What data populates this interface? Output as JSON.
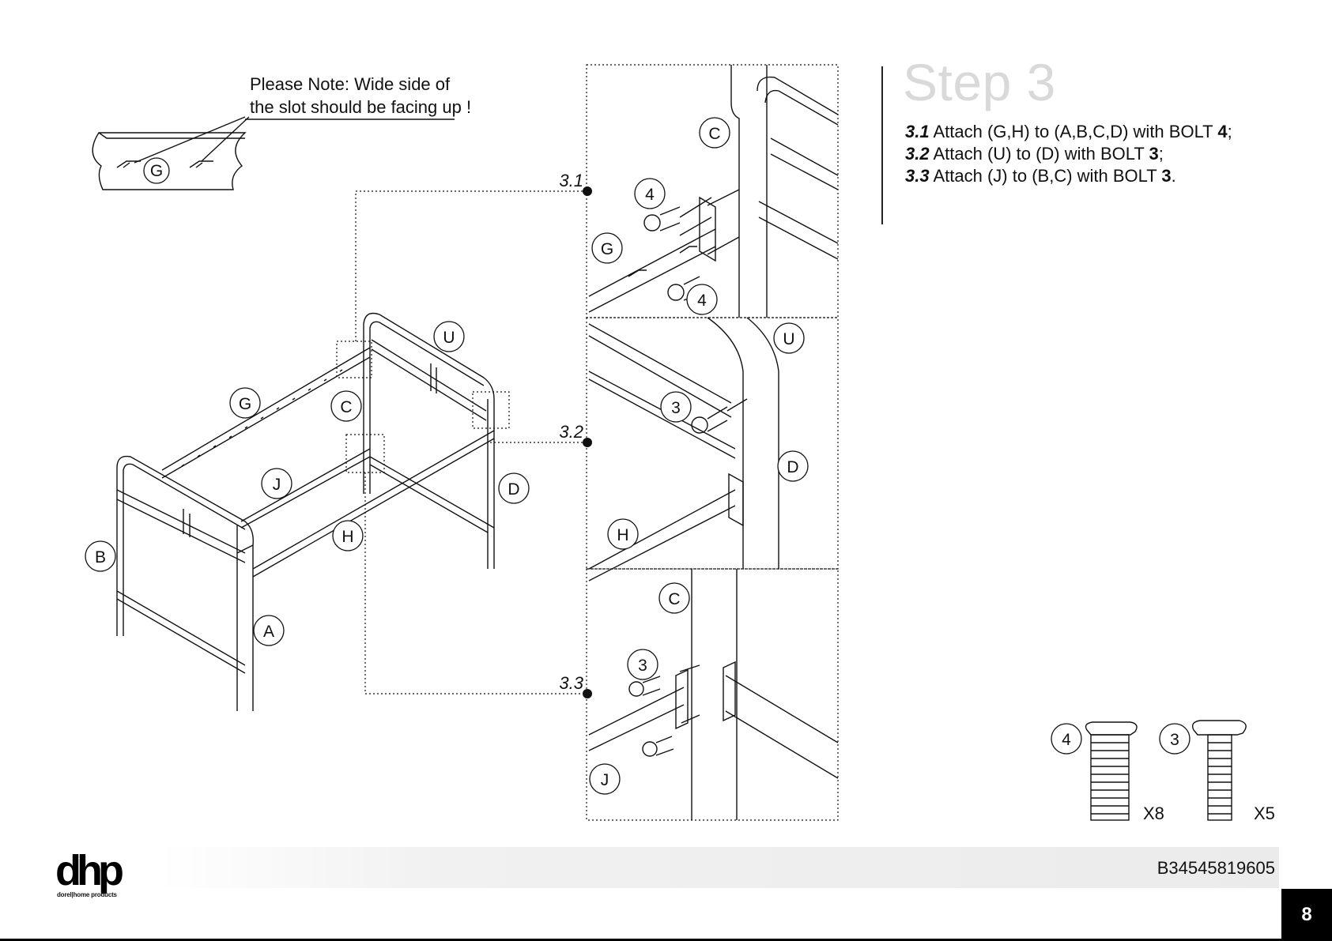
{
  "note": {
    "line1": "Please Note: Wide side of",
    "line2": "the slot should be facing up !"
  },
  "step": {
    "title": "Step 3",
    "items": [
      {
        "num": "3.1",
        "text": "Attach (G,H) to (A,B,C,D) with BOLT ",
        "bolt": "4",
        "end": ";"
      },
      {
        "num": "3.2",
        "text": "Attach (U) to (D) with BOLT ",
        "bolt": "3",
        "end": ";"
      },
      {
        "num": "3.3",
        "text": "Attach (J) to (B,C) with BOLT ",
        "bolt": "3",
        "end": "."
      }
    ]
  },
  "callouts": {
    "A": "A",
    "B": "B",
    "C": "C",
    "D": "D",
    "G": "G",
    "H": "H",
    "J": "J",
    "U": "U",
    "bolt4": "4",
    "bolt3": "3"
  },
  "detail_labels": [
    "3.1",
    "3.2",
    "3.3"
  ],
  "parts": {
    "bolt4_qty": "X8",
    "bolt3_qty": "X5"
  },
  "footer": {
    "logo": "dhp",
    "logo_caption": "dorel|home products",
    "code": "B34545819605",
    "page": "8"
  }
}
